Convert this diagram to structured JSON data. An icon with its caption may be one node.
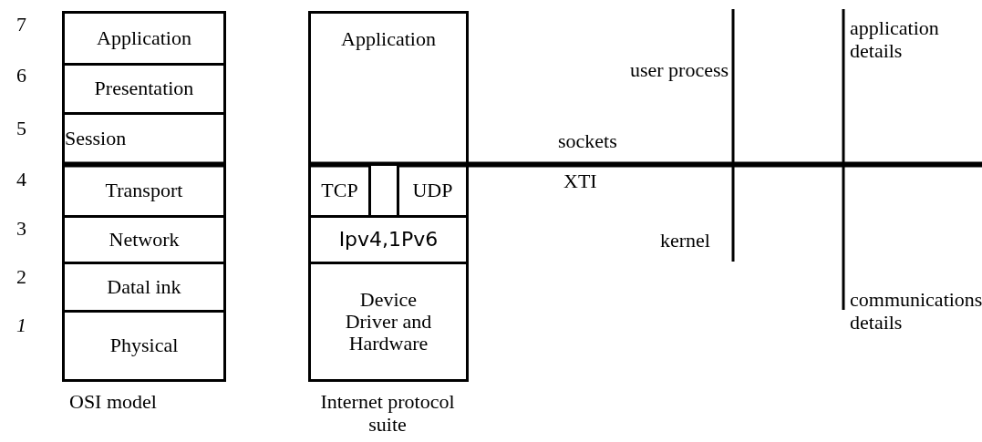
{
  "diagram": {
    "nodes": [
      {
        "text": [
          "Application"
        ]
      },
      {
        "text": [
          "Presentation"
        ]
      },
      {
        "text": [
          "Session"
        ]
      },
      {
        "text": [
          "Transport"
        ]
      },
      {
        "text": [
          "Network"
        ]
      },
      {
        "text": [
          "Datal ink"
        ]
      },
      {
        "text": [
          "Physical"
        ]
      },
      {
        "text": [
          "Application"
        ]
      },
      {
        "text": [
          "TCP"
        ]
      },
      {
        "text": [],
        "shape": "box"
      },
      {
        "text": [
          "UDP"
        ]
      },
      {
        "text": [
          "Ipv4,1Pv6"
        ]
      },
      {
        "text": [
          "Device Driver and Hardware"
        ]
      }
    ],
    "edges": [],
    "labels": [
      "7",
      "6",
      "5",
      "4",
      "3",
      "2",
      "1",
      "OSI model",
      "Internet protocol suite",
      "user process",
      "application details",
      "sockets",
      "XTI",
      "kernel",
      "communications details"
    ]
  }
}
